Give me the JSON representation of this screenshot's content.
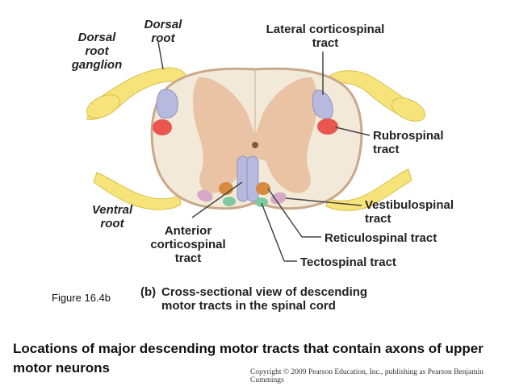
{
  "labels": {
    "dorsal_root_ganglion": "Dorsal root ganglion",
    "dorsal_root": "Dorsal root",
    "lateral_corticospinal": "Lateral corticospinal tract",
    "rubrospinal": "Rubrospinal tract",
    "vestibulospinal": "Vestibulospinal tract",
    "reticulospinal": "Reticulospinal tract",
    "tectospinal": "Tectospinal tract",
    "anterior_corticospinal": "Anterior corticospinal tract",
    "ventral_root": "Ventral root"
  },
  "figure_number": "Figure 16.4b",
  "caption_letter": "(b)",
  "caption_text": "Cross-sectional view of descending motor tracts in the spinal cord",
  "title": "Locations of major descending motor tracts that contain axons of upper motor neurons",
  "copyright": "Copyright © 2009 Pearson Education, Inc., publishing as Pearson Benjamin Cummings",
  "colors": {
    "white_matter": "#f3e9d8",
    "gray_matter": "#e9c3a4",
    "nerve_root": "#f6e47a",
    "corticospinal": "#b7b9de",
    "rubrospinal": "#e8564f",
    "vestibulospinal": "#d6a9c7",
    "reticulospinal": "#d88a3e",
    "tectospinal": "#7fc8a0",
    "pia": "#c9a98a"
  }
}
